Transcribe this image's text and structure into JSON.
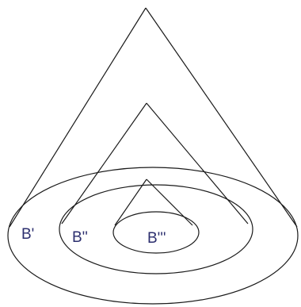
{
  "labels": {
    "outer": "B'",
    "middle": "B''",
    "inner": "B'''"
  },
  "colors": {
    "stroke": "#1a1a1a",
    "label": "#2b2e6e",
    "background": "#ffffff"
  }
}
